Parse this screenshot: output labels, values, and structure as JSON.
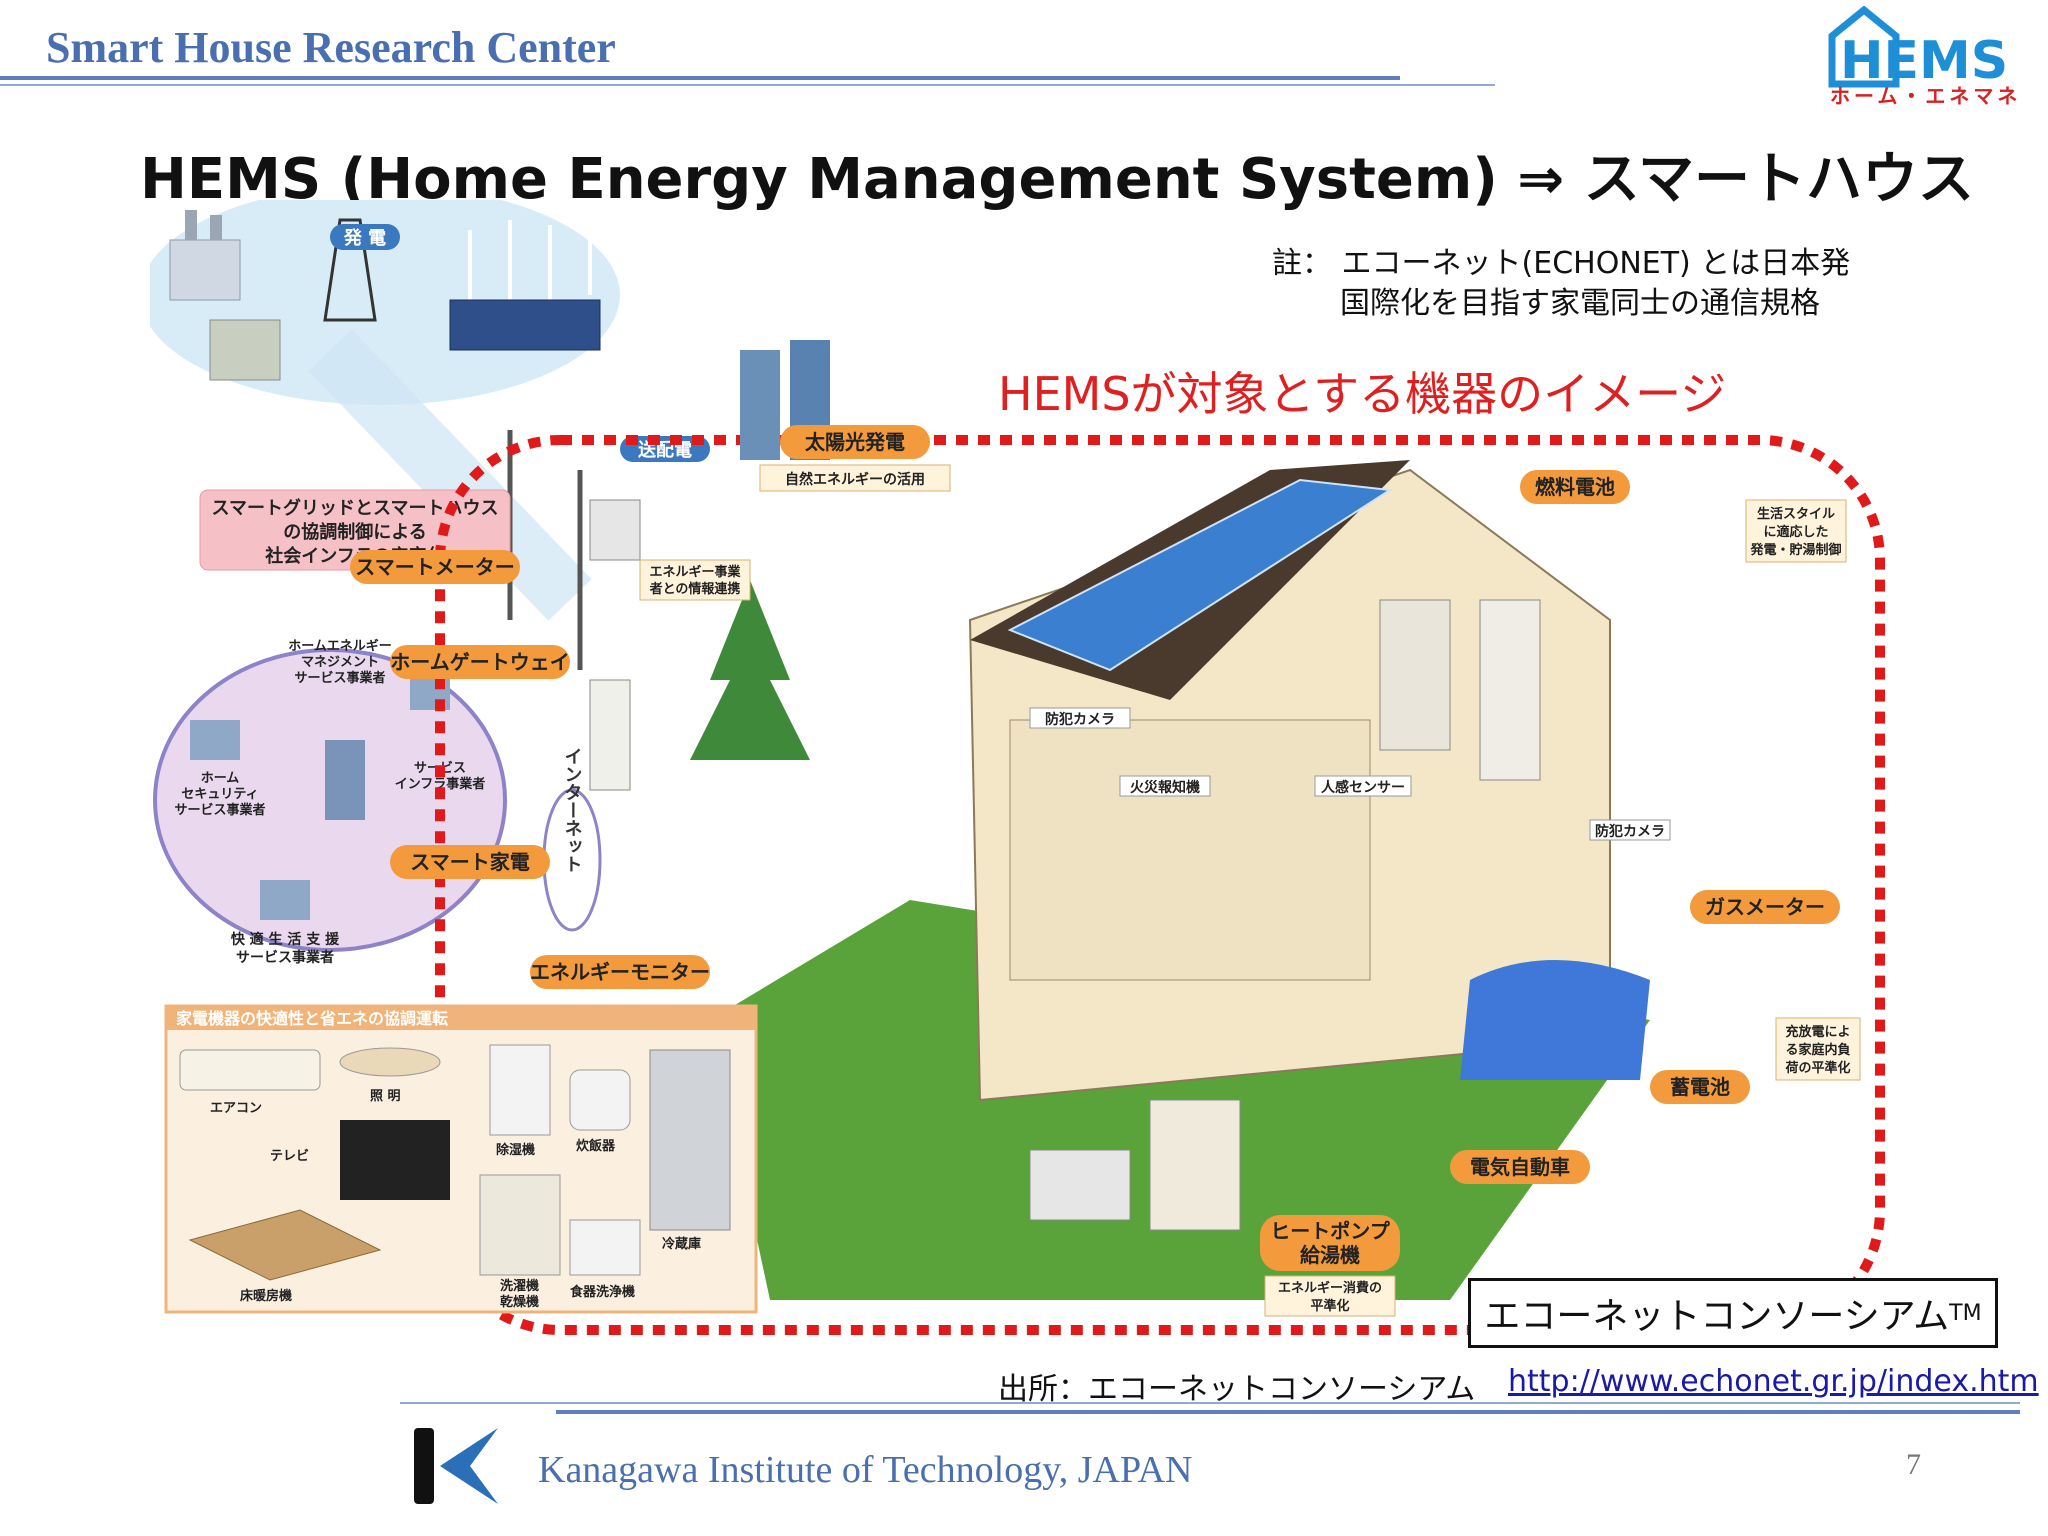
{
  "header": {
    "title": "Smart House Research Center"
  },
  "logo": {
    "mark": "HEMS",
    "subtitle": "ホーム・エネマネ"
  },
  "slide_title": "HEMS (Home Energy Management System) ⇒ スマートハウス",
  "note": {
    "line1": "註： エコーネット(ECHONET) とは日本発",
    "line2": "国際化を目指す家電同士の通信規格"
  },
  "red_caption": "HEMSが対象とする機器のイメージ",
  "illustration": {
    "power_gen": "発 電",
    "transmission": "送配電",
    "smartgrid_box": [
      "スマートグリッドとスマートハウス",
      "の協調制御による",
      "社会インフラの安定化"
    ],
    "hems_provider": [
      "ホームエネルギー",
      "マネジメント",
      "サービス事業者"
    ],
    "security_provider": [
      "ホーム",
      "セキュリティ",
      "サービス事業者"
    ],
    "infra_provider": [
      "サービス",
      "インフラ事業者"
    ],
    "comfort_provider": [
      "快 適 生 活 支 援",
      "サービス事業者"
    ],
    "internet": "インターネット",
    "smart_meter": "スマートメーター",
    "info_link": [
      "エネルギー事業",
      "者との情報連携"
    ],
    "home_gateway": "ホームゲートウェイ",
    "smart_appliance": "スマート家電",
    "energy_monitor": "エネルギーモニター",
    "solar": "太陽光発電",
    "solar_sub": "自然エネルギーの活用",
    "fuel_cell": "燃料電池",
    "lifestyle": [
      "生活スタイル",
      "に適応した",
      "発電・貯湯制御"
    ],
    "security_cam1": "防犯カメラ",
    "security_cam2": "防犯カメラ",
    "fire_alarm": "火災報知機",
    "motion_sensor": "人感センサー",
    "gas_meter": "ガスメーター",
    "charge_note": [
      "充放電によ",
      "る家庭内負",
      "荷の平準化"
    ],
    "battery": "蓄電池",
    "ev": "電気自動車",
    "heat_pump": [
      "ヒートポンプ",
      "給湯機"
    ],
    "leveling": [
      "エネルギー消費の",
      "平準化"
    ],
    "panel_title": "家電機器の快適性と省エネの協調運転",
    "appliances": [
      "エアコン",
      "照 明",
      "テレビ",
      "除湿機",
      "炊飯器",
      "冷蔵庫",
      "洗濯機",
      "乾燥機",
      "食器洗浄機",
      "床暖房機"
    ]
  },
  "consortium_box": {
    "text": "エコーネットコンソーシアム",
    "tm": "TM"
  },
  "source": {
    "label": "出所：エコーネットコンソーシアム",
    "url": "http://www.echonet.gr.jp/index.htm"
  },
  "footer": {
    "org": "Kanagawa Institute of Technology, JAPAN",
    "page": "7"
  },
  "colors": {
    "brand_blue": "#4a6fb0",
    "accent_red": "#e02020",
    "label_orange": "#f08a2c",
    "logo_blue": "#1e8fd6"
  }
}
